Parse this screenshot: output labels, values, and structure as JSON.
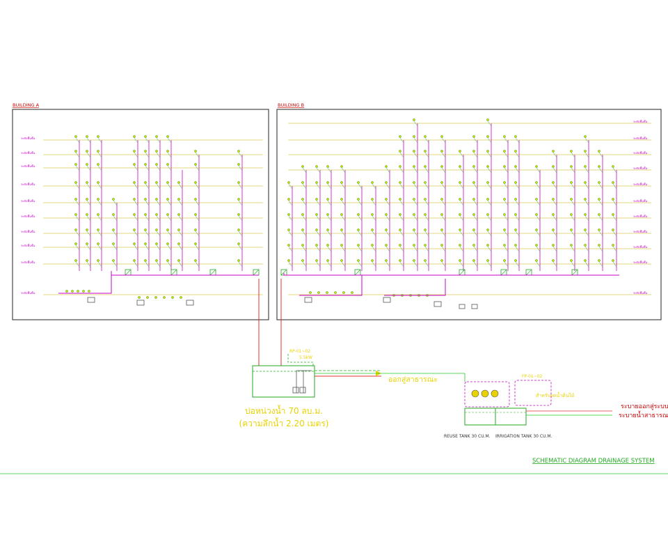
{
  "buildings": [
    {
      "label": "BUILDING A"
    },
    {
      "label": "BUILDING B"
    }
  ],
  "floor_tag": "ระดับพื้นชั้น",
  "pump_label": "RP-01~02",
  "pump_power": "5.5kW",
  "tank_main": {
    "line1": "บ่อหน่วงน้ำ 70 ลบ.ม.",
    "line2": "(ความลึกน้ำ 2.20 เมตร)"
  },
  "public_out": "ออกสู่สาธารณะ",
  "fp_label": "FP-01~02",
  "irrigation_note": "สำหรับรดน้ำต้นไม้",
  "outlets": {
    "line1": "ระบายออกสู่ระบบ",
    "line2": "ระบายน้ำสาธารณะ"
  },
  "reuse_tank": "REUSE TANK 30 CU.M.",
  "irrigation_tank": "IRRIGATION TANK 30 CU.M.",
  "title": "SCHEMATIC DIAGRAM DRAINAGE SYSTEM",
  "colors": {
    "frame": "#222222",
    "floor_line": "#c8b400",
    "riser": "#c800c8",
    "fixture": "#22aa22",
    "red_pipe": "#e03030",
    "green": "#22cc22",
    "yellow_text": "#e8d200"
  }
}
